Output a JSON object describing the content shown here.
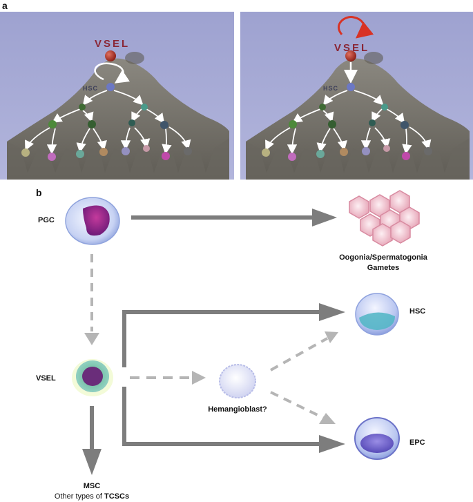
{
  "panel_a": {
    "letter": "a",
    "left": {
      "top_label": "VSEL",
      "mid_label": "HSC"
    },
    "right": {
      "top_label": "VSEL",
      "mid_label": "HSC"
    }
  },
  "panel_b": {
    "letter": "b",
    "nodes": {
      "pgc": "PGC",
      "gametes_line1": "Oogonia/Spermatogonia",
      "gametes_line2": "Gametes",
      "vsel": "VSEL",
      "hemangioblast": "Hemangioblast?",
      "hsc": "HSC",
      "epc": "EPC",
      "msc": "MSC",
      "tcsc_prefix": "Other types of ",
      "tcsc_bold": "TCSCs"
    }
  },
  "colors": {
    "sky": "#a8acd6",
    "mountain": "#7a776f",
    "vsel_red": "#8a2635",
    "arrow_gray": "#7d7d7d",
    "dashed_gray": "#b5b5b5"
  }
}
